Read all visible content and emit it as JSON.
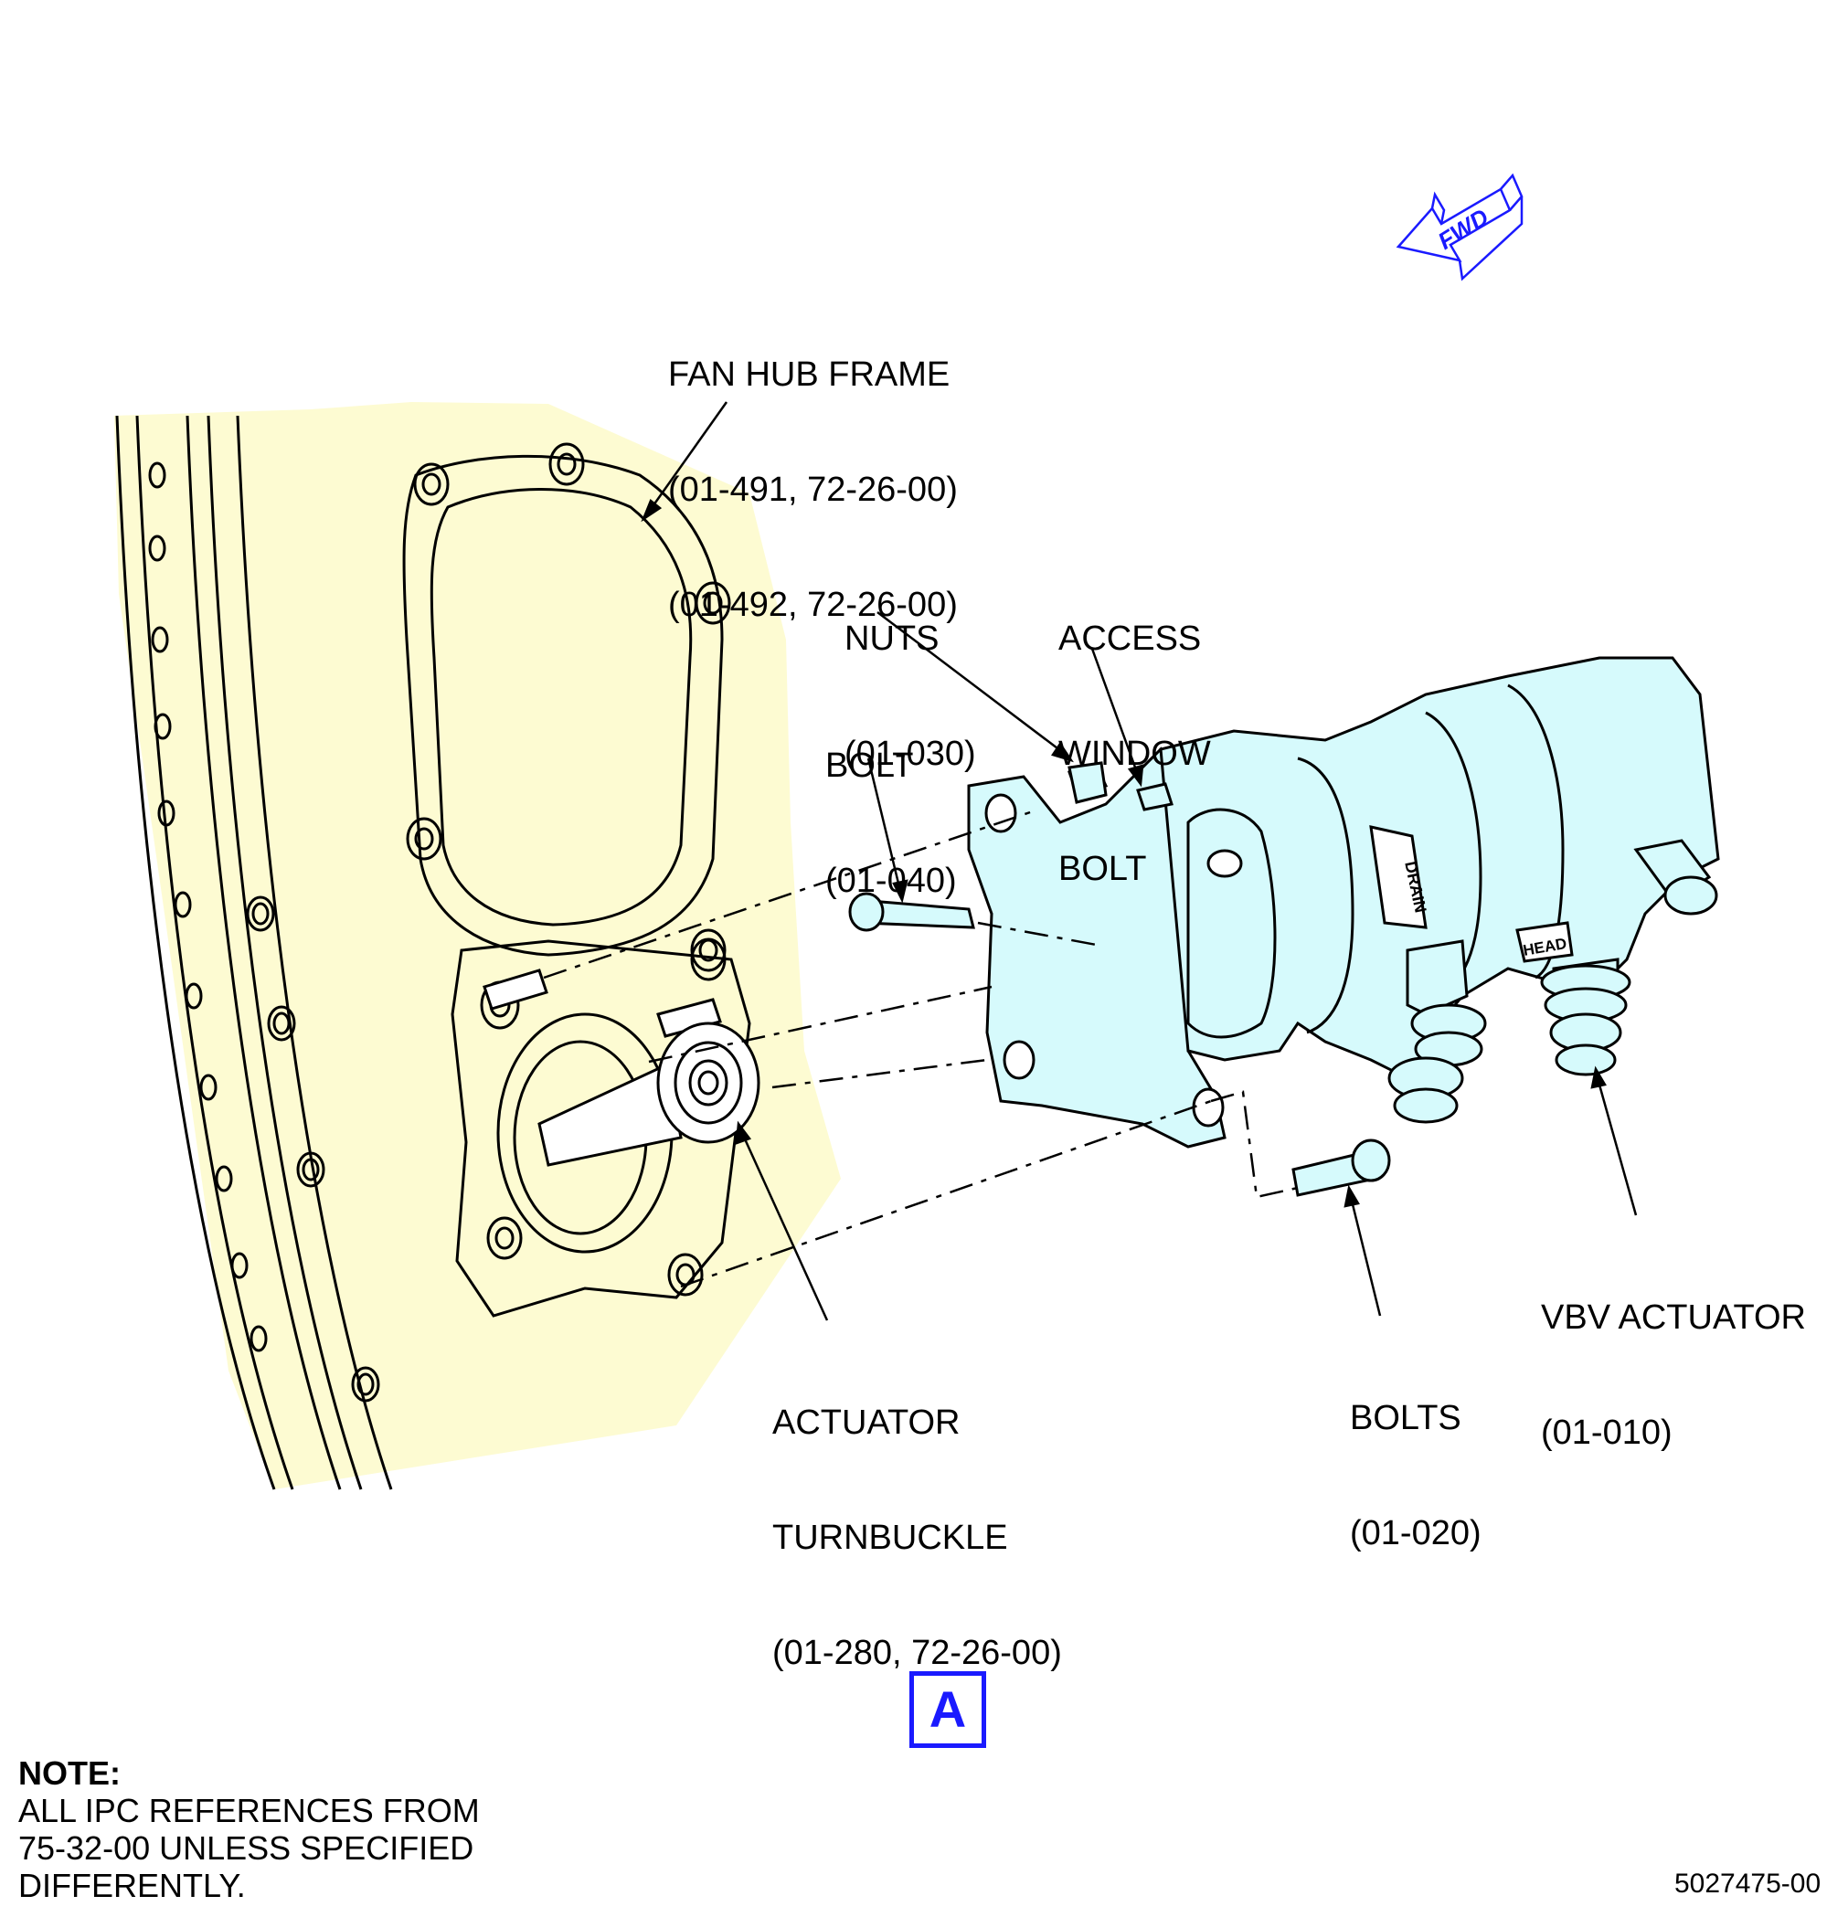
{
  "labels": {
    "fan_hub_frame": [
      "FAN HUB FRAME",
      "(01-491, 72-26-00)",
      "(01-492, 72-26-00)"
    ],
    "nuts": [
      "NUTS",
      "(01-030)"
    ],
    "access_window_bolt": [
      "ACCESS",
      "WINDOW",
      "BOLT"
    ],
    "bolt": [
      "BOLT",
      "(01-040)"
    ],
    "actuator_turnbuckle": [
      "ACTUATOR",
      "TURNBUCKLE",
      "(01-280, 72-26-00)"
    ],
    "bolts": [
      "BOLTS",
      "(01-020)"
    ],
    "vbv_actuator": [
      "VBV ACTUATOR",
      "(01-010)"
    ]
  },
  "fwd_arrow": {
    "text": "FWD",
    "color": "#1a1aff"
  },
  "part_markings": {
    "drain": "DRAIN",
    "head": "HEAD"
  },
  "view_label": {
    "letter": "A",
    "color": "#1a1aff"
  },
  "note": {
    "heading": "NOTE:",
    "lines": [
      "ALL IPC REFERENCES FROM",
      "75-32-00 UNLESS SPECIFIED",
      "DIFFERENTLY."
    ]
  },
  "figure_number": "5027475-00",
  "colors": {
    "frame_fill": "#fdfbd2",
    "actuator_fill": "#d6fafc",
    "line": "#000000"
  },
  "icons": [
    "fwd-arrow-icon"
  ]
}
